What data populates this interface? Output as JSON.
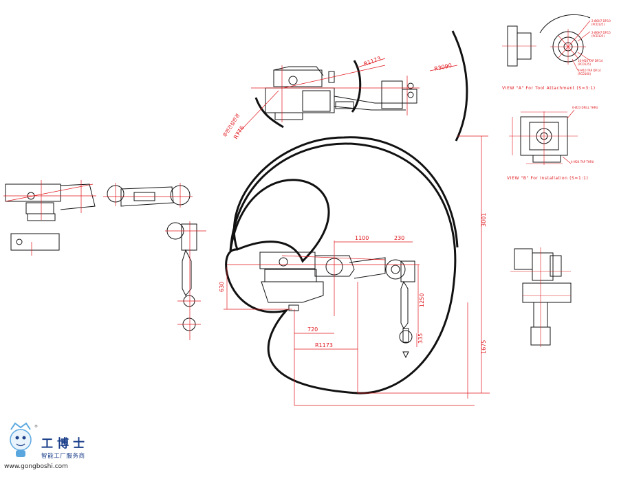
{
  "top_view": {
    "radius_label_a": "R1173",
    "radius_label_b": "R3090",
    "korean_note": "후면간섭반경",
    "radius_label_c": "R776"
  },
  "main_view": {
    "dims": {
      "d1100": "1100",
      "d230": "230",
      "d630": "630",
      "d1250": "1250",
      "d720": "720",
      "r1173": "R1173",
      "d3001": "3001",
      "d1675": "1675",
      "d335": "335"
    }
  },
  "view_a": {
    "title": "VIEW \"A\" For Tool Attachment (S=3:1)",
    "labels": [
      "2-Ø6H7 DP.10",
      "(PCD125)",
      "2-Ø6H7 DP.15",
      "(PCD125)",
      "16-M10 TAP DP.14",
      "(PCD125)",
      "8-M10 TAP DP.14",
      "(PCD160)"
    ]
  },
  "view_b": {
    "title": "VIEW \"B\" For Installation (S=1:1)",
    "labels": [
      "6-Ø23 DRILL THRU",
      "4-M24 TAP THRU"
    ]
  },
  "logo": {
    "name": "工博士",
    "tagline": "智能工厂服务商",
    "url": "www.gongboshi.com",
    "reg": "®"
  },
  "colors": {
    "dimension_red": "#e0141a",
    "outline_black": "#111111",
    "logo_blue": "#1b3f8a",
    "logo_light_blue": "#5aa7e0"
  }
}
